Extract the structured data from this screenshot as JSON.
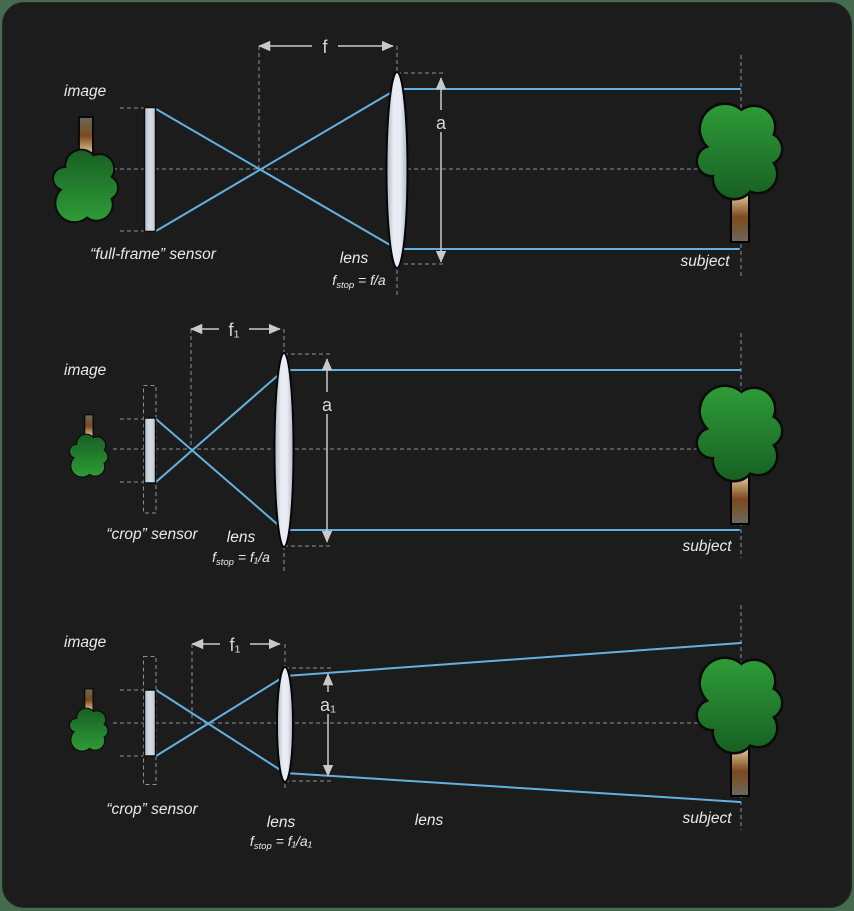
{
  "diagram": {
    "description": "Comparison of full-frame and crop sensor optics: same aperture vs scaled aperture",
    "colors": {
      "outer_background": "#466b4e",
      "panel_background": "#1c1c1c",
      "ray_blue": "#63b1e0",
      "dash_gray": "#8f8f8f",
      "dimension_gray": "#c9c9c9",
      "label_white": "#e9e9e9",
      "foliage_top_green": "#2f9c38",
      "foliage_bottom_green": "#175f22",
      "trunk_brown": "#7c4a1e",
      "glass_light": "#e9edf3"
    }
  },
  "panels": [
    {
      "image_label": "image",
      "sensor_label": "“full-frame” sensor",
      "lens_label": "lens",
      "formula": {
        "base": "f",
        "sub": "stop",
        "rhs": " = f/a"
      },
      "subject_label": "subject",
      "focal_label": "f",
      "aperture_label": "a"
    },
    {
      "image_label": "image",
      "sensor_label": "“crop” sensor",
      "lens_label": "lens",
      "formula": {
        "base": "f",
        "sub": "stop",
        "rhs": " = f₁/a"
      },
      "subject_label": "subject",
      "focal_label": "f₁",
      "aperture_label": "a"
    },
    {
      "image_label": "image",
      "sensor_label": "“crop” sensor",
      "lens_label": "lens",
      "lens2_label": "lens",
      "formula": {
        "base": "f",
        "sub": "stop",
        "rhs": " = f₁/a₁"
      },
      "subject_label": "subject",
      "focal_label": "f₁",
      "aperture_label": "a₁"
    }
  ]
}
